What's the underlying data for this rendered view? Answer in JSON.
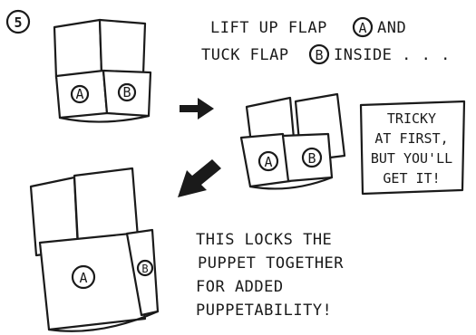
{
  "step_number": "5",
  "instruction": {
    "line1": "LIFT UP FLAP",
    "flap_a": "A",
    "line1_end": "AND",
    "line2": "TUCK FLAP",
    "flap_b": "B",
    "line2_end": "INSIDE . . ."
  },
  "tip_box": {
    "line1": "TRICKY",
    "line2": "AT FIRST,",
    "line3": "BUT YOU'LL",
    "line4": "GET IT!"
  },
  "result_text": {
    "line1": "THIS LOCKS THE",
    "line2": "PUPPET TOGETHER",
    "line3": "FOR ADDED",
    "line4": "PUPPETABILITY!"
  },
  "flap_labels": {
    "a": "A",
    "b": "B"
  }
}
